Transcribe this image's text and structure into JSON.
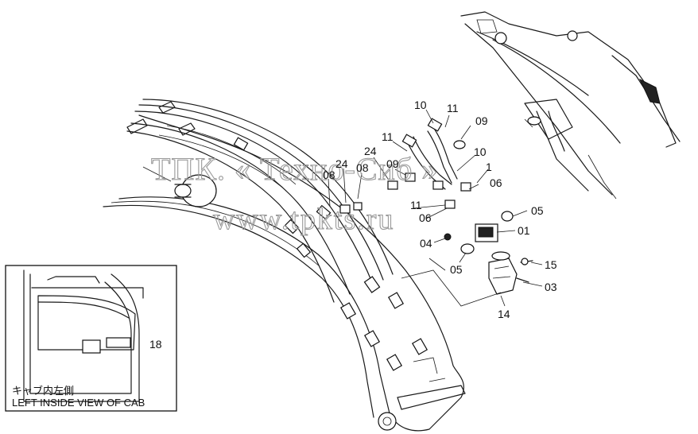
{
  "watermark": {
    "line1": "ТПК. « Техно-Сиб »",
    "line2": "www.tpkts.ru"
  },
  "callouts": [
    {
      "id": "c10a",
      "text": "10"
    },
    {
      "id": "c11a",
      "text": "11"
    },
    {
      "id": "c09a",
      "text": "09"
    },
    {
      "id": "c11b",
      "text": "11"
    },
    {
      "id": "c24a",
      "text": "24"
    },
    {
      "id": "c09b",
      "text": "09"
    },
    {
      "id": "c10b",
      "text": "10"
    },
    {
      "id": "c24b",
      "text": "24"
    },
    {
      "id": "c08a",
      "text": "08"
    },
    {
      "id": "c08b",
      "text": "08"
    },
    {
      "id": "c1",
      "text": "1"
    },
    {
      "id": "c06a",
      "text": "06"
    },
    {
      "id": "c11c",
      "text": "11"
    },
    {
      "id": "c06b",
      "text": "06"
    },
    {
      "id": "c05a",
      "text": "05"
    },
    {
      "id": "c01",
      "text": "01"
    },
    {
      "id": "c04",
      "text": "04"
    },
    {
      "id": "c05b",
      "text": "05"
    },
    {
      "id": "c15",
      "text": "15"
    },
    {
      "id": "c03",
      "text": "03"
    },
    {
      "id": "c14",
      "text": "14"
    },
    {
      "id": "c18",
      "text": "18"
    }
  ],
  "inset": {
    "caption_jp": "キャブ内左側",
    "caption_en": "LEFT INSIDE VIEW OF CAB"
  }
}
